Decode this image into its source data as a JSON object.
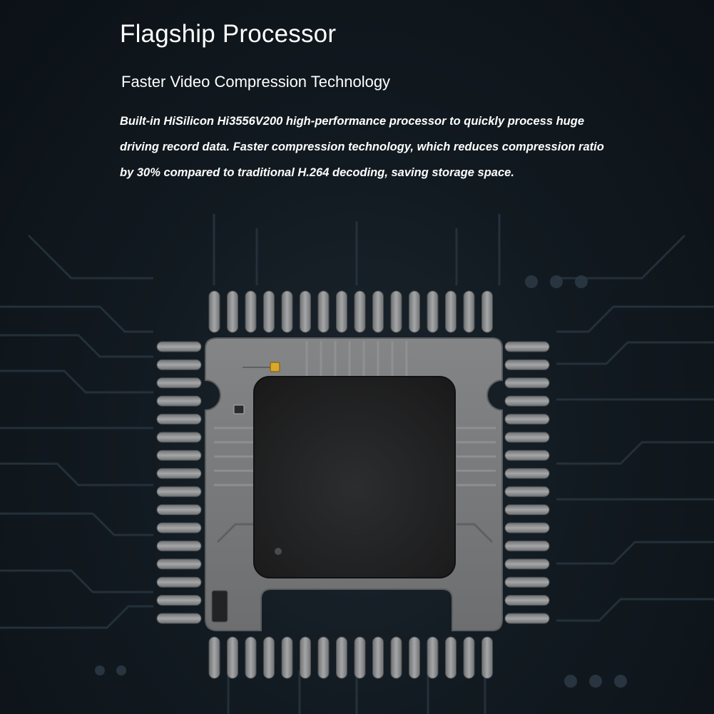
{
  "hero": {
    "title": "Flagship Processor",
    "subtitle": "Faster Video Compression Technology",
    "description": "Built-in HiSilicon Hi3556V200 high-performance processor to quickly process huge driving record data. Faster compression technology, which reduces compression ratio by 30% compared to traditional H.264 decoding, saving storage space."
  },
  "colors": {
    "background": "#0e151b",
    "chip_body": "#7a7c7e",
    "die": "#262628",
    "pins": "#8a8c8e",
    "accent_pad": "#d9a72a",
    "text": "#ffffff"
  },
  "icons": [
    "processor-chip-icon"
  ]
}
